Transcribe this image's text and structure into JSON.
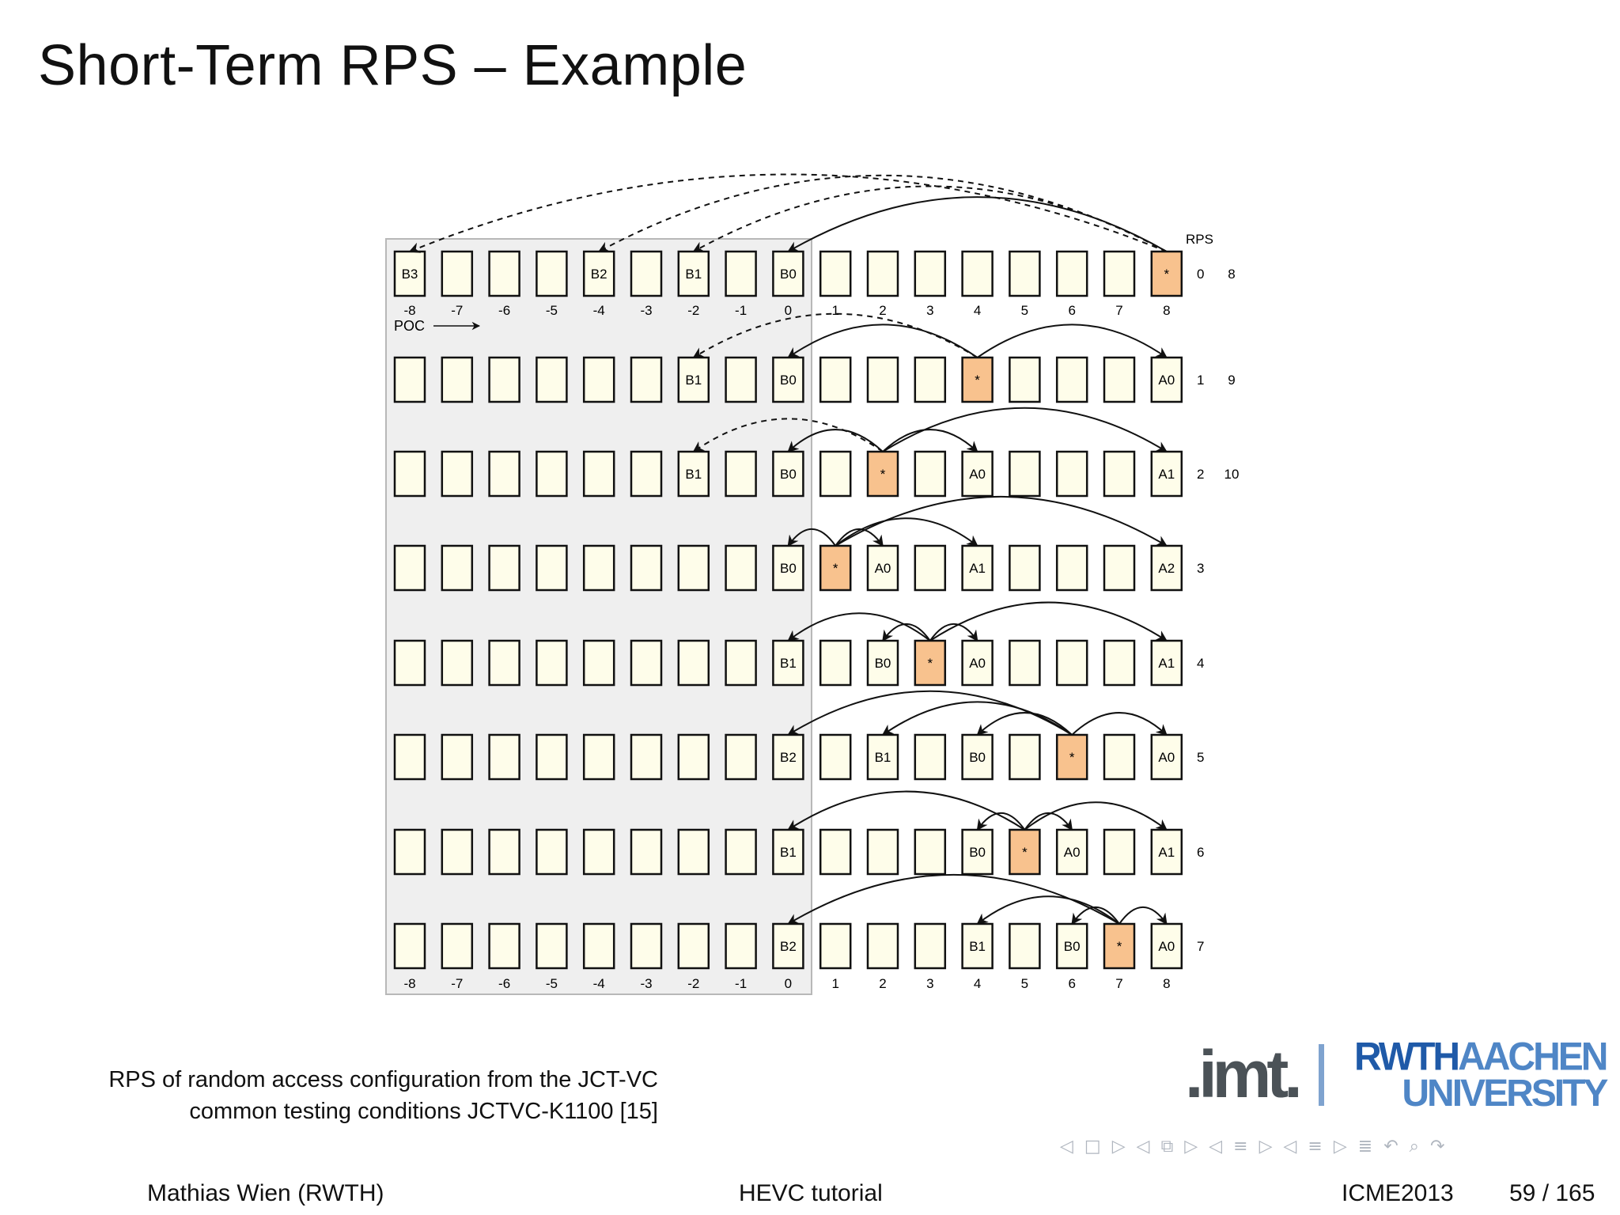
{
  "slide": {
    "title": "Short-Term RPS – Example",
    "caption_line1": "RPS of random access configuration from the JCT-VC",
    "caption_line2": "common testing conditions JCTVC-K1100 [15]"
  },
  "diagram": {
    "rps_header": "RPS",
    "poc_label": "POC",
    "poc_values": [
      "-8",
      "-7",
      "-6",
      "-5",
      "-4",
      "-3",
      "-2",
      "-1",
      "0",
      "1",
      "2",
      "3",
      "4",
      "5",
      "6",
      "7",
      "8"
    ],
    "colors": {
      "frame_fill": "#fefdea",
      "current_fill": "#f8c28e",
      "shaded_region": "#efefef",
      "frame_stroke": "#111111"
    },
    "rows": [
      {
        "rps": "0",
        "extra": "8",
        "current_poc": 8,
        "labels": {
          "-8": "B3",
          "-4": "B2",
          "-2": "B1",
          "0": "B0",
          "8": "*"
        },
        "arrows": [
          {
            "from": 8,
            "to": -8,
            "dashed": true
          },
          {
            "from": 8,
            "to": -4,
            "dashed": true
          },
          {
            "from": 8,
            "to": -2,
            "dashed": true
          },
          {
            "from": 8,
            "to": 0,
            "dashed": false
          }
        ]
      },
      {
        "rps": "1",
        "extra": "9",
        "current_poc": 4,
        "labels": {
          "-2": "B1",
          "0": "B0",
          "4": "*",
          "8": "A0"
        },
        "arrows": [
          {
            "from": 4,
            "to": -2,
            "dashed": true
          },
          {
            "from": 4,
            "to": 0,
            "dashed": false
          },
          {
            "from": 4,
            "to": 8,
            "dashed": false
          }
        ]
      },
      {
        "rps": "2",
        "extra": "10",
        "current_poc": 2,
        "labels": {
          "-2": "B1",
          "0": "B0",
          "2": "*",
          "4": "A0",
          "8": "A1"
        },
        "arrows": [
          {
            "from": 2,
            "to": -2,
            "dashed": true
          },
          {
            "from": 2,
            "to": 0,
            "dashed": false
          },
          {
            "from": 2,
            "to": 4,
            "dashed": false
          },
          {
            "from": 2,
            "to": 8,
            "dashed": false
          }
        ]
      },
      {
        "rps": "3",
        "extra": "",
        "current_poc": 1,
        "labels": {
          "0": "B0",
          "1": "*",
          "2": "A0",
          "4": "A1",
          "8": "A2"
        },
        "arrows": [
          {
            "from": 1,
            "to": 0,
            "dashed": false
          },
          {
            "from": 1,
            "to": 2,
            "dashed": false
          },
          {
            "from": 1,
            "to": 4,
            "dashed": false
          },
          {
            "from": 1,
            "to": 8,
            "dashed": false
          }
        ]
      },
      {
        "rps": "4",
        "extra": "",
        "current_poc": 3,
        "labels": {
          "0": "B1",
          "2": "B0",
          "3": "*",
          "4": "A0",
          "8": "A1"
        },
        "arrows": [
          {
            "from": 3,
            "to": 0,
            "dashed": false
          },
          {
            "from": 3,
            "to": 2,
            "dashed": false
          },
          {
            "from": 3,
            "to": 4,
            "dashed": false
          },
          {
            "from": 3,
            "to": 8,
            "dashed": false
          }
        ]
      },
      {
        "rps": "5",
        "extra": "",
        "current_poc": 6,
        "labels": {
          "0": "B2",
          "2": "B1",
          "4": "B0",
          "6": "*",
          "8": "A0"
        },
        "arrows": [
          {
            "from": 6,
            "to": 0,
            "dashed": false
          },
          {
            "from": 6,
            "to": 2,
            "dashed": false
          },
          {
            "from": 6,
            "to": 4,
            "dashed": false
          },
          {
            "from": 6,
            "to": 8,
            "dashed": false
          }
        ]
      },
      {
        "rps": "6",
        "extra": "",
        "current_poc": 5,
        "labels": {
          "0": "B1",
          "4": "B0",
          "5": "*",
          "6": "A0",
          "8": "A1"
        },
        "arrows": [
          {
            "from": 5,
            "to": 0,
            "dashed": false
          },
          {
            "from": 5,
            "to": 4,
            "dashed": false
          },
          {
            "from": 5,
            "to": 6,
            "dashed": false
          },
          {
            "from": 5,
            "to": 8,
            "dashed": false
          }
        ]
      },
      {
        "rps": "7",
        "extra": "",
        "current_poc": 7,
        "labels": {
          "0": "B2",
          "4": "B1",
          "6": "B0",
          "7": "*",
          "8": "A0"
        },
        "arrows": [
          {
            "from": 7,
            "to": 0,
            "dashed": false
          },
          {
            "from": 7,
            "to": 4,
            "dashed": false
          },
          {
            "from": 7,
            "to": 6,
            "dashed": false
          },
          {
            "from": 7,
            "to": 8,
            "dashed": false
          }
        ]
      }
    ]
  },
  "logos": {
    "imt": ".imt.",
    "rwth_bold": "RWTH",
    "rwth_rest": "AACHEN",
    "rwth_line2": "UNIVERSITY"
  },
  "navigation": {
    "icons": [
      "nav-prev-slide",
      "nav-frame",
      "nav-next-slide",
      "nav-prev-subsection",
      "nav-subsection",
      "nav-next-subsection",
      "nav-prev-section",
      "nav-section",
      "nav-next-section",
      "nav-prev",
      "nav-toc",
      "nav-next",
      "nav-appendix",
      "nav-undo",
      "nav-search",
      "nav-redo"
    ],
    "glyphs": [
      "◁",
      "□",
      "▷",
      "◁",
      "⧉",
      "▷",
      "◁",
      "≡",
      "▷",
      "◁",
      "≡",
      "▷",
      "≣",
      "↶",
      "⌕",
      "↷"
    ]
  },
  "footer": {
    "author": "Mathias Wien  (RWTH)",
    "center": "HEVC tutorial",
    "event": "ICME2013",
    "page": "59 / 165"
  }
}
